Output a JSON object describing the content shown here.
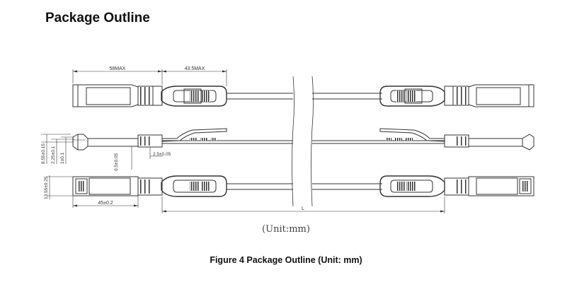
{
  "heading": "Package Outline",
  "dimensions": {
    "length_left": "58MAX",
    "length_right": "43.5MAX",
    "thickness_total": "8.55±0.15",
    "thickness_mid": "2.25±0.1",
    "thickness_inner": "1±0.1",
    "tab_gap": "0.5±0.05",
    "offset": "2.5±0.05",
    "width": "13.55±0.25",
    "body_width": "45±0.2",
    "cable_length": "L"
  },
  "unit_note": "(Unit:mm)",
  "caption": "Figure 4 Package Outline (Unit: mm)"
}
